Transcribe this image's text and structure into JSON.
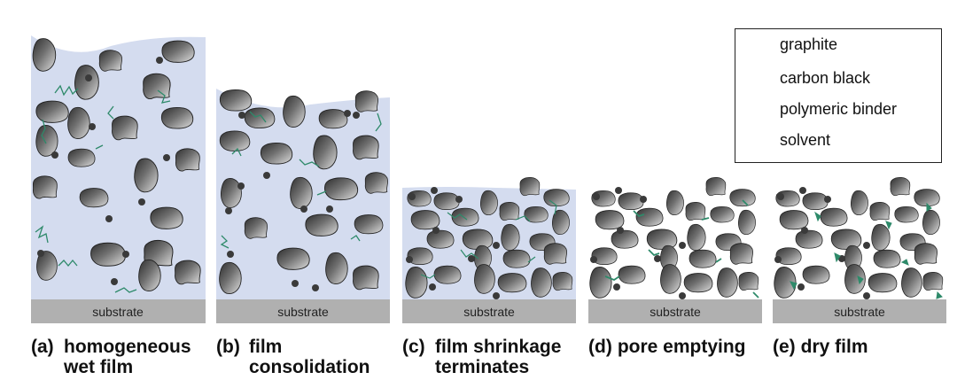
{
  "panels": [
    {
      "id": "a",
      "tag": "(a)",
      "line1": "homogeneous",
      "line2": "wet film",
      "substrate": "substrate"
    },
    {
      "id": "b",
      "tag": "(b)",
      "line1": "film",
      "line2": "consolidation",
      "substrate": "substrate"
    },
    {
      "id": "c",
      "tag": "(c)",
      "line1": "film shrinkage",
      "line2": "terminates",
      "substrate": "substrate"
    },
    {
      "id": "d",
      "tag": "(d)",
      "line1": "pore emptying",
      "line2": "",
      "substrate": "substrate"
    },
    {
      "id": "e",
      "tag": "(e)",
      "line1": "dry film",
      "line2": "",
      "substrate": "substrate"
    }
  ],
  "legend": {
    "graphite": "graphite",
    "carbon_black": "carbon black",
    "binder": "polymeric binder",
    "solvent": "solvent"
  },
  "colors": {
    "solvent": "#d4dcef",
    "binder": "#2e8a6a",
    "substrate": "#b0b0b0",
    "carbon_black": "#3a3a3a",
    "graphite_dark": "#3c3c3c",
    "graphite_light": "#d8d8d8"
  }
}
